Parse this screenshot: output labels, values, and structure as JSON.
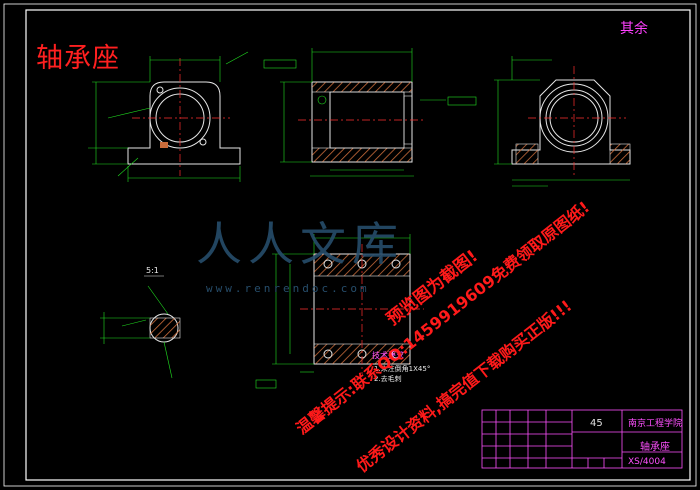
{
  "drawing": {
    "title": "轴承座",
    "corner_note": "其余",
    "scale_label": "5:1",
    "technical_requirements_title": "技术要求",
    "technical_requirements": [
      "1.未注倒角1X45°",
      "2.去毛刺"
    ]
  },
  "title_block": {
    "material": "45",
    "school": "南京工程学院",
    "part_name": "轴承座",
    "drawing_number": "XS/4004"
  },
  "watermark": {
    "logo": "人人文库",
    "url": "www.renrendoc.com"
  },
  "overlay_text": {
    "line1": "预览图为截图!",
    "line2": "温馨提示:联系QQ:1459919609免费领取原图纸!",
    "line3": "优秀设计资料,搞完值下载购买正版!!!"
  },
  "colors": {
    "background": "#000000",
    "geometry": "#e6e6e6",
    "dimension": "#20e020",
    "hatch": "#c86b3a",
    "centerline": "#ff3030",
    "title_block": "#ff50ff",
    "overlay": "#ff1a1a",
    "frame": "#ffffff"
  }
}
